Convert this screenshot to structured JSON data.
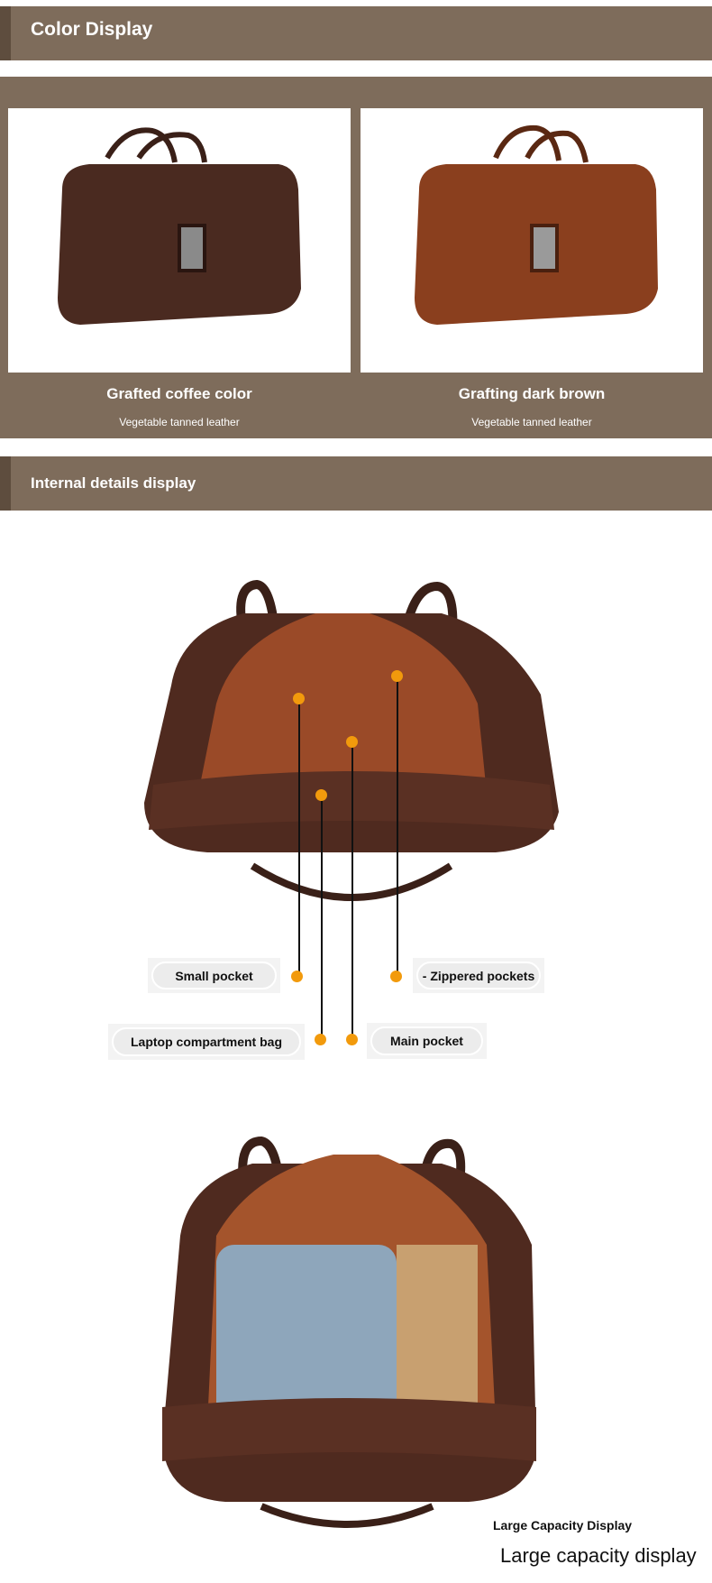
{
  "sections": {
    "color_display": "Color Display",
    "internal_details": "Internal details display"
  },
  "colors": {
    "band": "#7e6c5b",
    "accent_bar": "#5e4d3e",
    "marker": "#f29a0c"
  },
  "products": [
    {
      "name": "Grafted coffee color",
      "material": "Vegetable tanned leather",
      "leather_color": "#4a2a20"
    },
    {
      "name": "Grafting dark brown",
      "material": "Vegetable tanned leather",
      "leather_color": "#8a3f1e"
    }
  ],
  "callouts": {
    "small_pocket": "Small pocket",
    "zippered_pockets": "- Zippered pockets",
    "laptop_compartment": "Laptop compartment bag",
    "main_pocket": "Main pocket"
  },
  "capacity": {
    "title": "Large Capacity Display",
    "subtitle": "Large capacity display"
  }
}
